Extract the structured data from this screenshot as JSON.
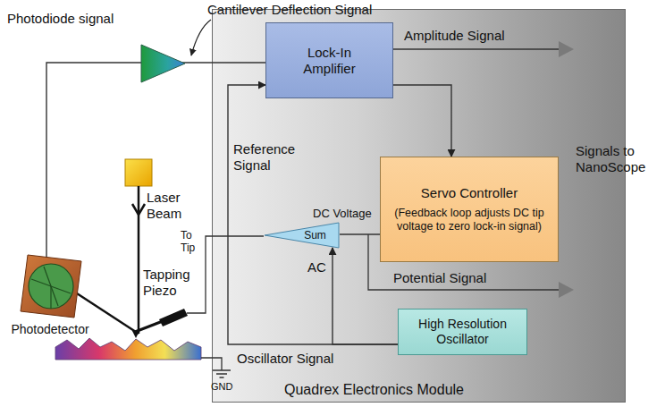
{
  "diagram": {
    "nodes": [
      {
        "text": [
          "Quadrex Electronics Module"
        ]
      },
      {
        "text": [
          "Lock-In Amplifier"
        ],
        "in": 0
      },
      {
        "text": [
          "Servo Controller",
          "(Feedback loop adjusts DC tip voltage to zero lock-in signal)"
        ],
        "in": 0
      },
      {
        "text": [
          "Sum"
        ],
        "in": 0
      },
      {
        "text": [
          "High Resolution Oscillator"
        ],
        "in": 0
      },
      {
        "text": [
          "Photodetector"
        ]
      }
    ],
    "edges": [
      {
        "from": 5,
        "to": 1,
        "arrow": "none"
      },
      {
        "from": 1,
        "to": 2,
        "arrow": "to"
      },
      {
        "from": 2,
        "to": 3,
        "label": "DC Voltage",
        "arrow": "none"
      },
      {
        "from": 4,
        "to": 3,
        "label": "AC",
        "arrow": "to"
      },
      {
        "from": 4,
        "to": 1,
        "label": "Oscillator Signal",
        "arrow": "to"
      }
    ],
    "labels": [
      "Cantilever Deflection Signal",
      "Photodiode signal",
      "Laser Beam",
      "Tapping Piezo",
      "To Tip",
      "GND",
      "Amplitude Signal",
      "Potential Signal",
      "Signals to NanoScope",
      "Reference Signal"
    ]
  }
}
